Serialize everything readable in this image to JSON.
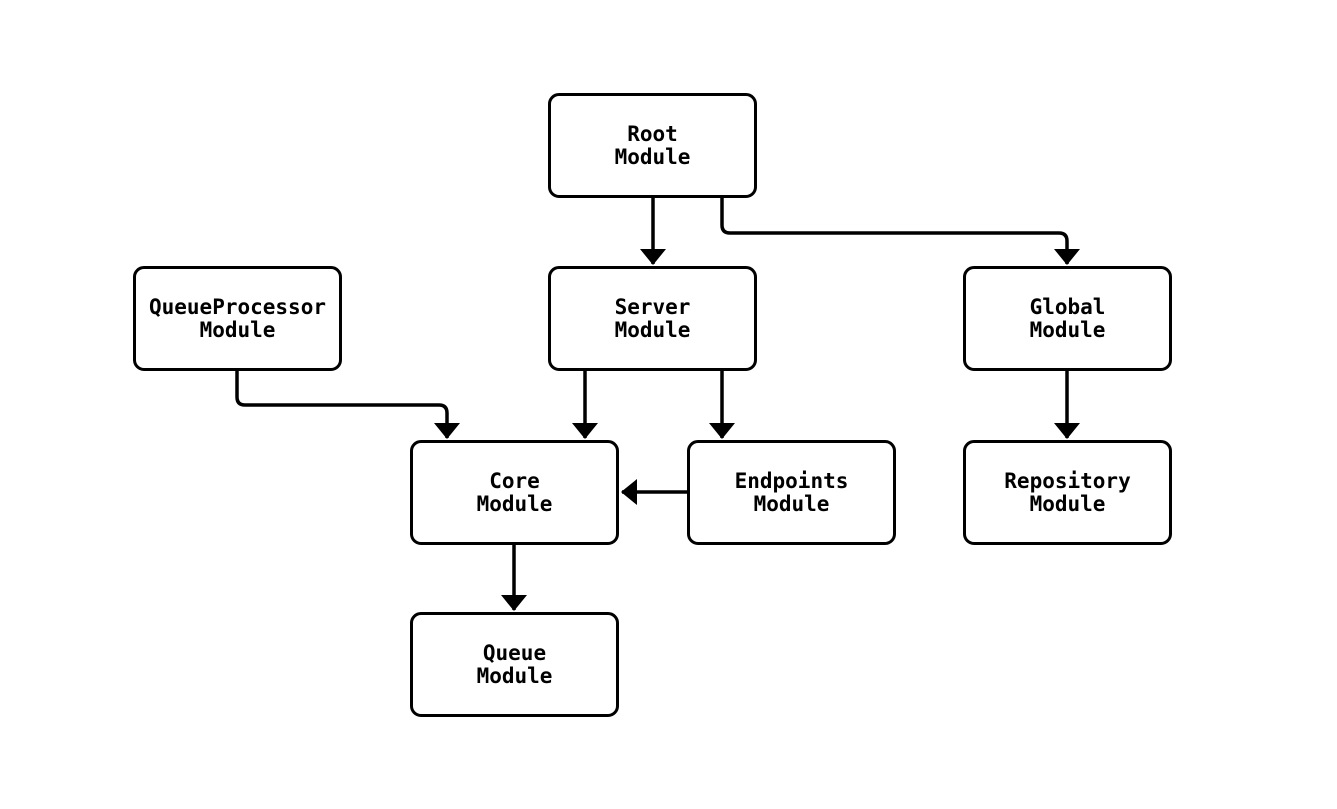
{
  "diagram": {
    "type": "module-dependency-flowchart",
    "background_color": "#ffffff",
    "stroke_color": "#000000",
    "text_color": "#000000",
    "node_fill_color": "#ffffff",
    "nodes": [
      {
        "id": "root-module",
        "label": "Root\nModule"
      },
      {
        "id": "queueprocessor-module",
        "label": "QueueProcessor\nModule"
      },
      {
        "id": "server-module",
        "label": "Server\nModule"
      },
      {
        "id": "global-module",
        "label": "Global\nModule"
      },
      {
        "id": "core-module",
        "label": "Core\nModule"
      },
      {
        "id": "endpoints-module",
        "label": "Endpoints\nModule"
      },
      {
        "id": "repository-module",
        "label": "Repository\nModule"
      },
      {
        "id": "queue-module",
        "label": "Queue\nModule"
      }
    ],
    "edges": [
      {
        "from": "Root Module",
        "to": "Server Module"
      },
      {
        "from": "Root Module",
        "to": "Global Module"
      },
      {
        "from": "QueueProcessor Module",
        "to": "Core Module"
      },
      {
        "from": "Server Module",
        "to": "Core Module"
      },
      {
        "from": "Server Module",
        "to": "Endpoints Module"
      },
      {
        "from": "Endpoints Module",
        "to": "Core Module"
      },
      {
        "from": "Global Module",
        "to": "Repository Module"
      },
      {
        "from": "Core Module",
        "to": "Queue Module"
      }
    ]
  }
}
